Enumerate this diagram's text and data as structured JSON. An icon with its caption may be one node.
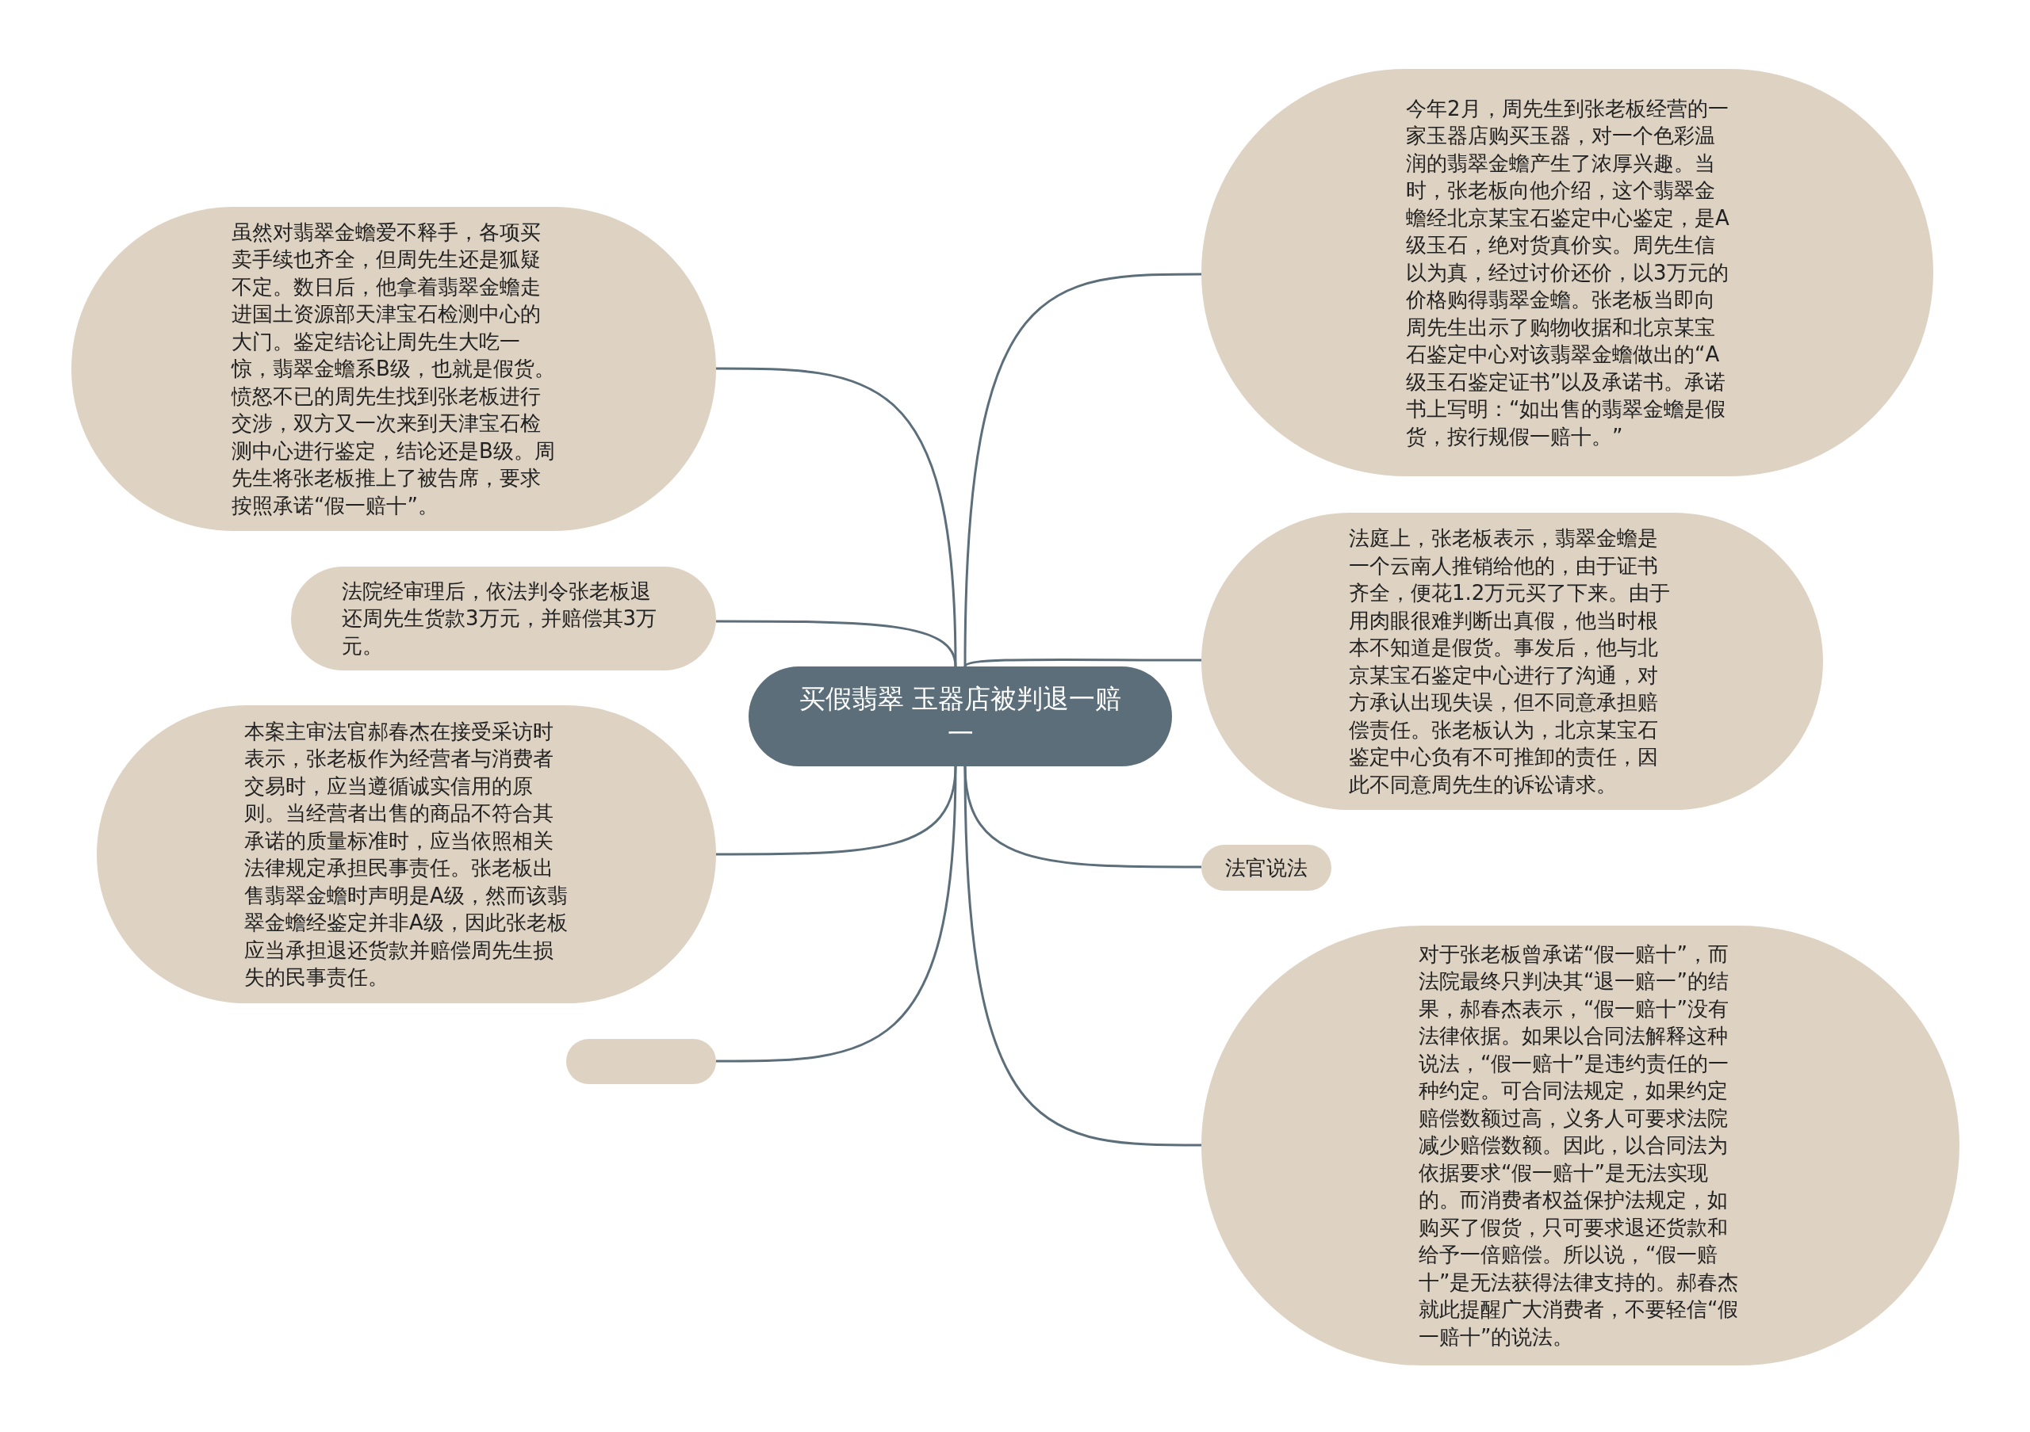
{
  "diagram": {
    "nodes": [
      {
        "text": [
          "买假翡翠 玉器店被判退一赔一"
        ]
      },
      {
        "text": [
          "今年2月，周先生到张老板经营的一家玉器店购买玉器，对一个色彩温润的翡翠金蟾产生了浓厚兴趣。当时，张老板向他介绍，这个翡翠金蟾经北京某宝石鉴定中心鉴定，是A级玉石，绝对货真价实。周先生信以为真，经过讨价还价，以3万元的价格购得翡翠金蟾。张老板当即向周先生出示了购物收据和北京某宝石鉴定中心对该翡翠金蟾做出的“A级玉石鉴定证书”以及承诺书。承诺书上写明：“如出售的翡翠金蟾是假货，按行规假一赔十。”"
        ]
      },
      {
        "text": [
          "虽然对翡翠金蟾爱不释手，各项买卖手续也齐全，但周先生还是狐疑不定。数日后，他拿着翡翠金蟾走进国土资源部天津宝石检测中心的大门。鉴定结论让周先生大吃一惊，翡翠金蟾系B级，也就是假货。愤怒不已的周先生找到张老板进行交涉，双方又一次来到天津宝石检测中心进行鉴定，结论还是B级。周先生将张老板推上了被告席，要求按照承诺“假一赔十”。"
        ]
      },
      {
        "text": [
          "法庭上，张老板表示，翡翠金蟾是一个云南人推销给他的，由于证书齐全，便花1.2万元买了下来。由于用肉眼很难判断出真假，他当时根本不知道是假货。事发后，他与北京某宝石鉴定中心进行了沟通，对方承认出现失误，但不同意承担赔偿责任。张老板认为，北京某宝石鉴定中心负有不可推卸的责任，因此不同意周先生的诉讼请求。"
        ]
      },
      {
        "text": [
          "法院经审理后，依法判令张老板退还周先生货款3万元，并赔偿其3万元。"
        ]
      },
      {
        "text": [
          "本案主审法官郝春杰在接受采访时表示，张老板作为经营者与消费者交易时，应当遵循诚实信用的原则。当经营者出售的商品不符合其承诺的质量标准时，应当依照相关法律规定承担民事责任。张老板出售翡翠金蟾时声明是A级，然而该翡翠金蟾经鉴定并非A级，因此张老板应当承担退还货款并赔偿周先生损失的民事责任。"
        ]
      },
      {
        "text": [
          "法官说法"
        ]
      },
      {
        "text": [
          "对于张老板曾承诺“假一赔十”，而法院最终只判决其“退一赔一”的结果，郝春杰表示，“假一赔十”没有法律依据。如果以合同法解释这种说法，“假一赔十”是违约责任的一种约定。可合同法规定，如果约定赔偿数额过高，义务人可要求法院减少赔偿数额。因此，以合同法为依据要求“假一赔十”是无法实现的。而消费者权益保护法规定，如购买了假货，只可要求退还货款和给予一倍赔偿。所以说，“假一赔十”是无法获得法律支持的。郝春杰就此提醒广大消费者，不要轻信“假一赔十”的说法。"
        ]
      },
      {
        "text": [],
        "shape": "box"
      }
    ],
    "edges": [
      {
        "from": 0,
        "to": 1,
        "arrow": "none"
      },
      {
        "from": 0,
        "to": 2,
        "arrow": "none"
      },
      {
        "from": 0,
        "to": 3,
        "arrow": "none"
      },
      {
        "from": 0,
        "to": 4,
        "arrow": "none"
      },
      {
        "from": 0,
        "to": 5,
        "arrow": "none"
      },
      {
        "from": 0,
        "to": 6,
        "arrow": "none"
      },
      {
        "from": 0,
        "to": 7,
        "arrow": "none"
      },
      {
        "from": 0,
        "to": 8,
        "arrow": "none"
      }
    ]
  }
}
